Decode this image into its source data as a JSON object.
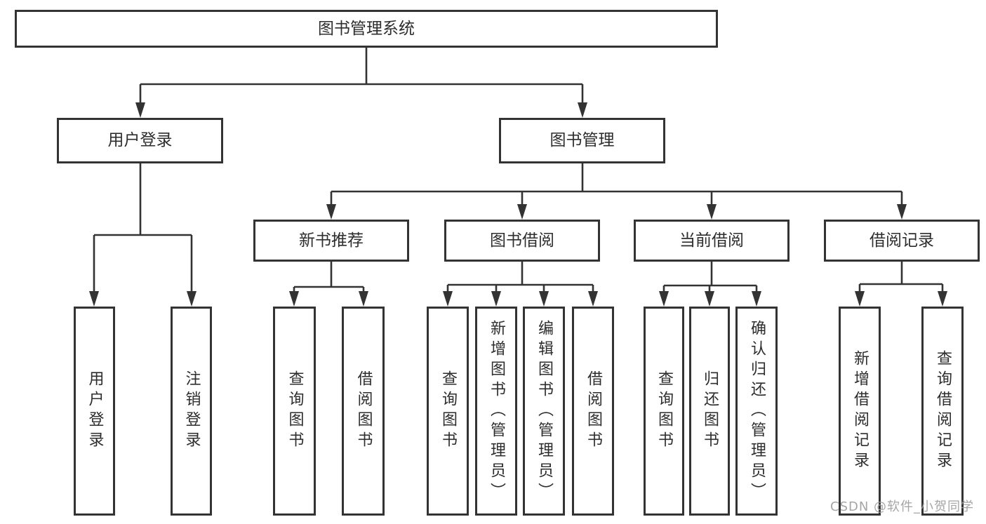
{
  "title": "图书管理系统",
  "watermark": {
    "text": "CSDN @软件_小贺同学"
  },
  "colors": {
    "line": "#333333",
    "text": "#2d2d2d",
    "background": "#ffffff",
    "watermark": "#9e9e9e"
  },
  "root": {
    "label": "图书管理系统",
    "children": [
      {
        "label": "用户登录",
        "children": [
          {
            "label": "用户登录"
          },
          {
            "label": "注销登录"
          }
        ]
      },
      {
        "label": "图书管理",
        "children": [
          {
            "label": "新书推荐",
            "children": [
              {
                "label": "查询图书"
              },
              {
                "label": "借阅图书"
              }
            ]
          },
          {
            "label": "图书借阅",
            "children": [
              {
                "label": "查询图书"
              },
              {
                "label": "新增图书（管理员）"
              },
              {
                "label": "编辑图书（管理员）"
              },
              {
                "label": "借阅图书"
              }
            ]
          },
          {
            "label": "当前借阅",
            "children": [
              {
                "label": "查询图书"
              },
              {
                "label": "归还图书"
              },
              {
                "label": "确认归还（管理员）"
              }
            ]
          },
          {
            "label": "借阅记录",
            "children": [
              {
                "label": "新增借阅记录"
              },
              {
                "label": "查询借阅记录"
              }
            ]
          }
        ]
      }
    ]
  }
}
